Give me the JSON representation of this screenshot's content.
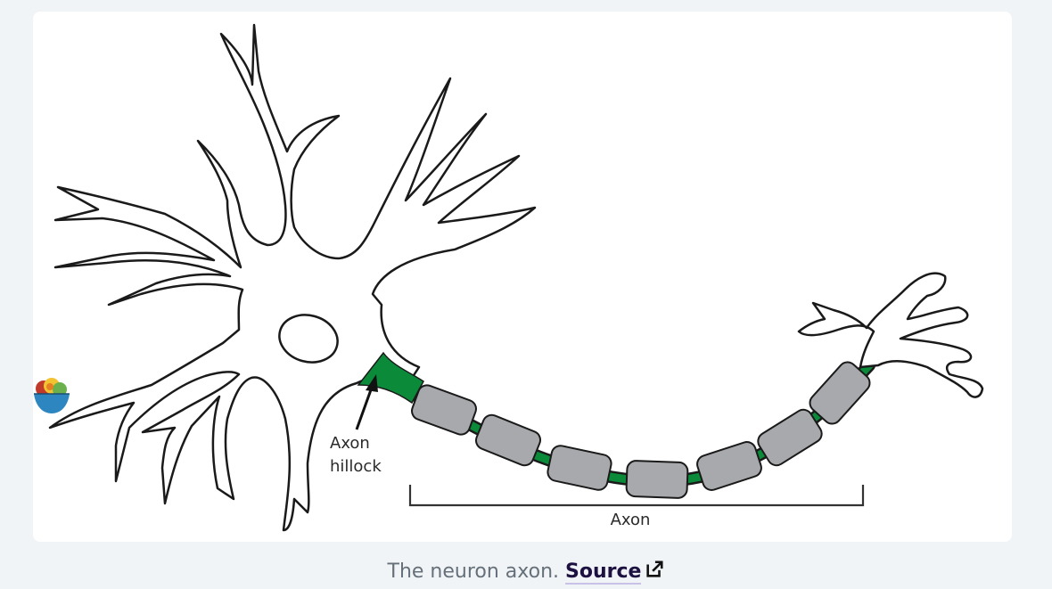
{
  "diagram": {
    "label_hillock_line1": "Axon",
    "label_hillock_line2": "hillock",
    "label_axon": "Axon"
  },
  "caption": {
    "text": "The neuron axon.",
    "source_label": "Source",
    "source_icon": "external-link-icon"
  },
  "logo": {
    "icon": "fruit-bowl-logo"
  },
  "colors": {
    "axon_green": "#0b8a3a",
    "myelin_gray": "#a7a9ac",
    "outline": "#1a1a1a",
    "background": "#f0f4f6",
    "card": "#ffffff",
    "caption_text": "#66707a",
    "link_text": "#1c1140"
  }
}
